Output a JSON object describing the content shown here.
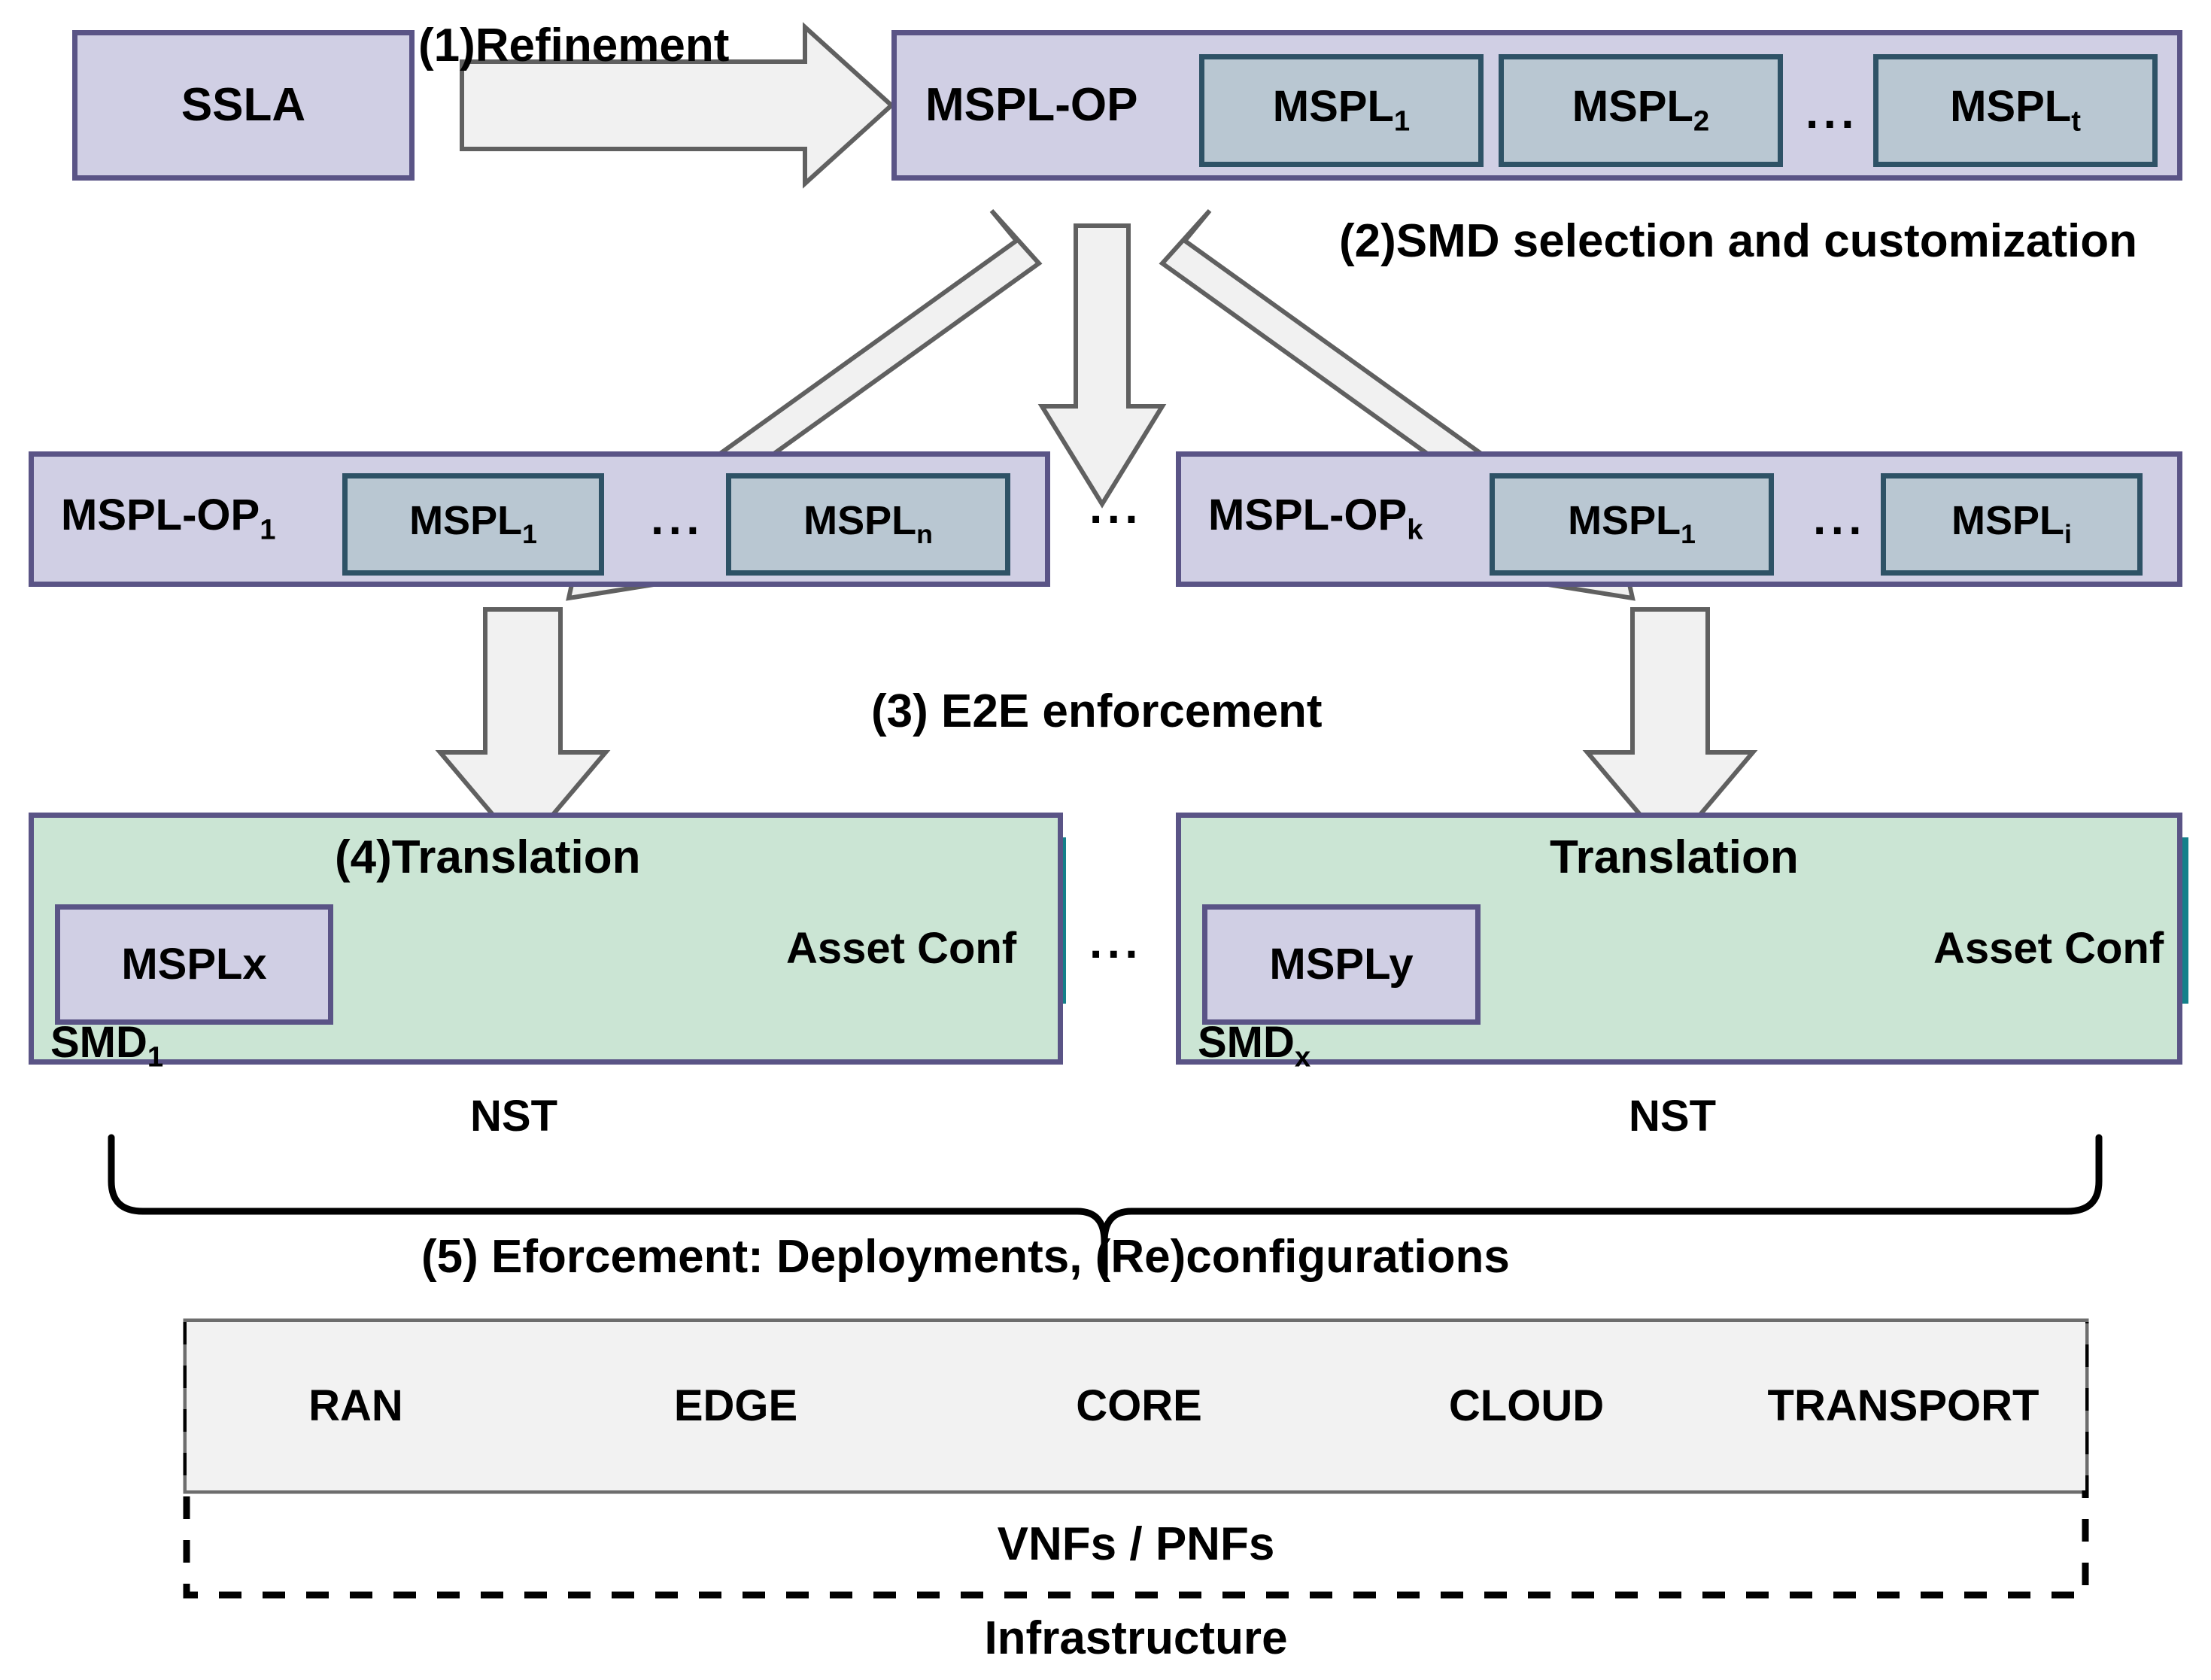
{
  "diagram": {
    "title": "Security policy refinement and enforcement workflow",
    "colors": {
      "purple_fill": "#d0cfe4",
      "purple_border": "#5a5486",
      "mspl_fill": "#b9c7d2",
      "mspl_border": "#2e5266",
      "smd_fill": "#cbe5d4",
      "asset_fill": "#aee3e5",
      "asset_border": "#14808a",
      "arrow_fill": "#f1f1f1",
      "arrow_border": "#606060",
      "domain_fill": "#f2f2f2",
      "domain_border": "#6d6d6d"
    },
    "ellipsis": "…"
  },
  "steps": {
    "step1": "(1)Refinement",
    "step2": "(2)SMD selection and customization",
    "step3": "(3) E2E enforcement",
    "step4": "(4)Translation",
    "step4b": "Translation",
    "step5": "(5) Eforcement: Deployments, (Re)configurations"
  },
  "row1": {
    "ssla": "SSLA",
    "mspl_op": "MSPL-OP",
    "policies": [
      {
        "base": "MSPL",
        "sub": "1"
      },
      {
        "base": "MSPL",
        "sub": "2"
      },
      {
        "base": "MSPL",
        "sub": "t"
      }
    ],
    "dots": "···"
  },
  "row2": {
    "left": {
      "label_base": "MSPL-OP",
      "label_sub": "1",
      "policies": [
        {
          "base": "MSPL",
          "sub": "1"
        },
        {
          "base": "MSPL",
          "sub": "n"
        }
      ],
      "dots": "···"
    },
    "mid_dots": "···",
    "right": {
      "label_base": "MSPL-OP",
      "label_sub": "k",
      "policies": [
        {
          "base": "MSPL",
          "sub": "1"
        },
        {
          "base": "MSPL",
          "sub": "i"
        }
      ],
      "dots": "···"
    }
  },
  "row3": {
    "left": {
      "smd_base": "SMD",
      "smd_sub": "1",
      "mspl": "MSPLx",
      "asset": "Asset Conf",
      "translation": "(4)Translation",
      "nst": "NST"
    },
    "mid_dots": "···",
    "right": {
      "smd_base": "SMD",
      "smd_sub": "x",
      "mspl": "MSPLy",
      "asset": "Asset Conf",
      "translation": "Translation",
      "nst": "NST"
    }
  },
  "infrastructure": {
    "domains": [
      "RAN",
      "EDGE",
      "CORE",
      "CLOUD",
      "TRANSPORT"
    ],
    "vnfs_label": "VNFs / PNFs",
    "infra_label": "Infrastructure"
  }
}
